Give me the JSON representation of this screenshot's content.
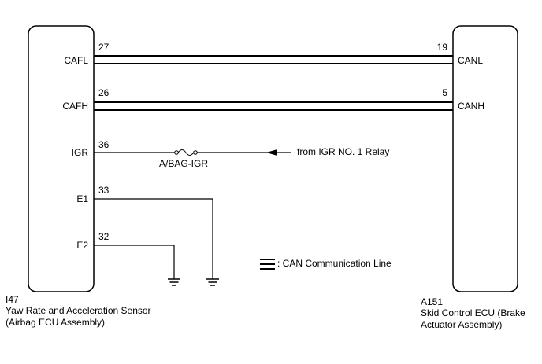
{
  "left_ecu": {
    "code": "I47",
    "name_line1": "Yaw Rate and Acceleration Sensor",
    "name_line2": "(Airbag ECU Assembly)",
    "pins": [
      {
        "label": "CAFL",
        "pin": "27"
      },
      {
        "label": "CAFH",
        "pin": "26"
      },
      {
        "label": "IGR",
        "pin": "36"
      },
      {
        "label": "E1",
        "pin": "33"
      },
      {
        "label": "E2",
        "pin": "32"
      }
    ]
  },
  "right_ecu": {
    "code": "A151",
    "name_line1": "Skid Control ECU (Brake",
    "name_line2": "Actuator Assembly)",
    "pins": [
      {
        "label": "CANL",
        "pin": "19"
      },
      {
        "label": "CANH",
        "pin": "5"
      }
    ]
  },
  "fuse_label": "A/BAG-IGR",
  "igr_source": "from IGR NO. 1 Relay",
  "legend_text": ": CAN Communication Line"
}
